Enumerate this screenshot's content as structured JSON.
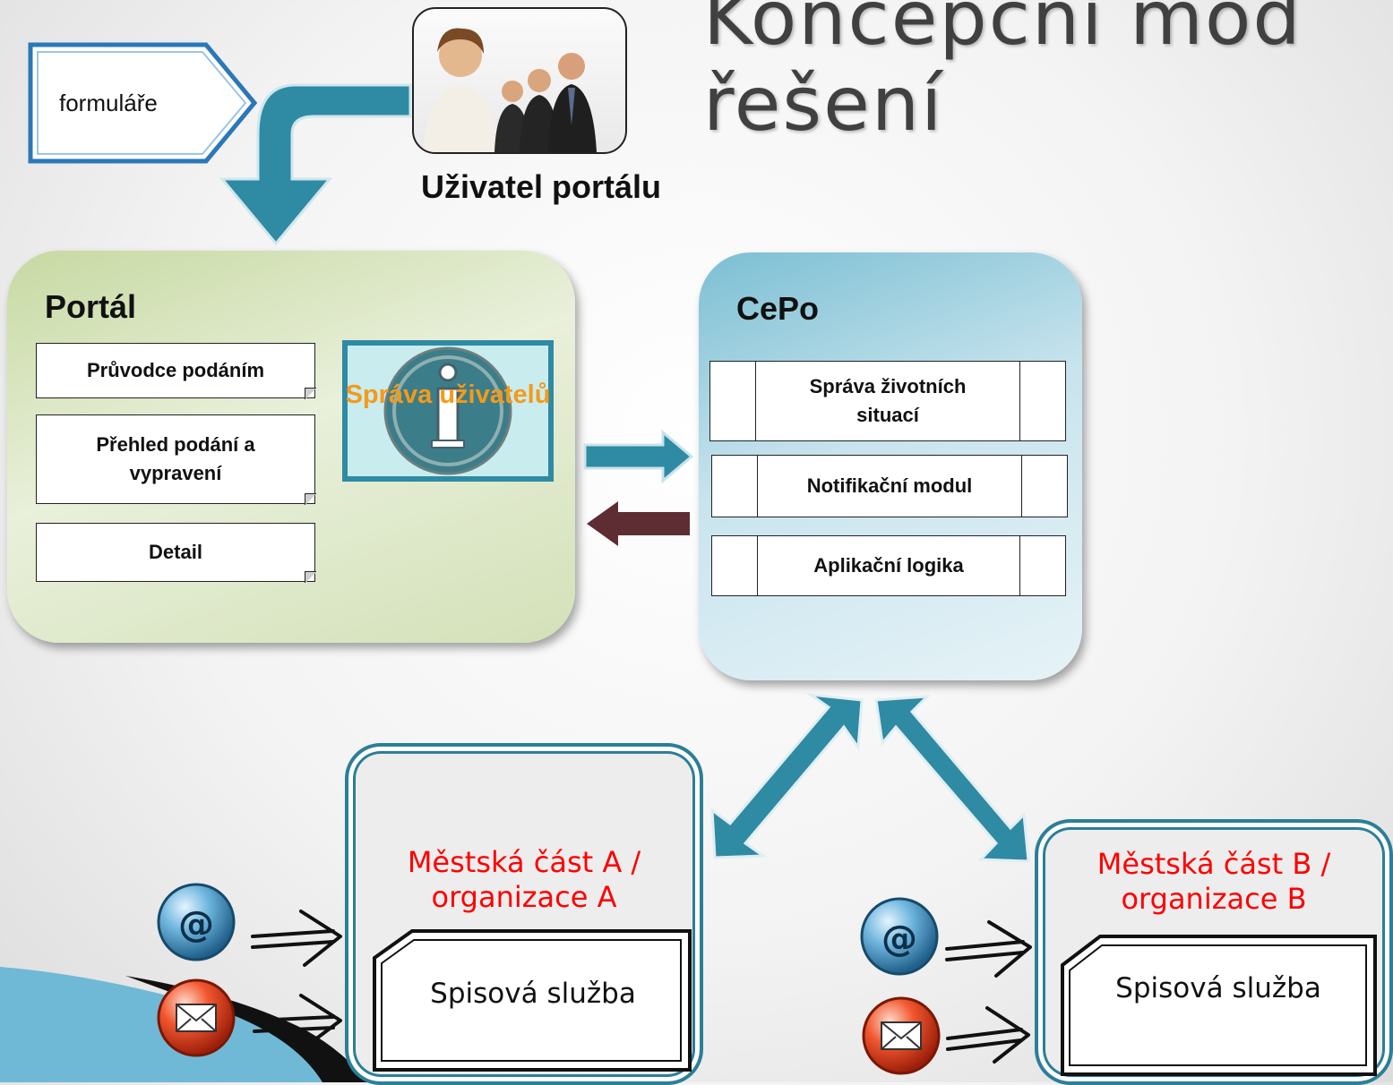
{
  "slide": {
    "title": "Koncepční mod\nřešení",
    "user_label": "Uživatel portálu",
    "forms_label": "formuláře"
  },
  "portal": {
    "title": "Portál",
    "items": [
      "Průvodce podáním",
      "Přehled podání a vypravení",
      "Detail"
    ],
    "user_admin": "Správa uživatelů"
  },
  "cepo": {
    "title": "CePo",
    "modules": [
      "Správa životních situací",
      "Notifikační modul",
      "Aplikační logika"
    ]
  },
  "districts": [
    {
      "title": "Městská část A / organizace A",
      "system": "Spisová služba"
    },
    {
      "title": "Městská část B / organizace B",
      "system": "Spisová služba"
    }
  ],
  "icons": [
    "email-at-icon",
    "envelope-mail-icon",
    "people-photo",
    "info-icon"
  ],
  "colors": {
    "teal": "#2f8aa3",
    "portal_green": "#d3e1b8",
    "cepo_blue": "#7bbfd3",
    "district_red": "#ff0000",
    "admin_orange": "#f59a18",
    "return_arrow": "#5e2c33"
  }
}
